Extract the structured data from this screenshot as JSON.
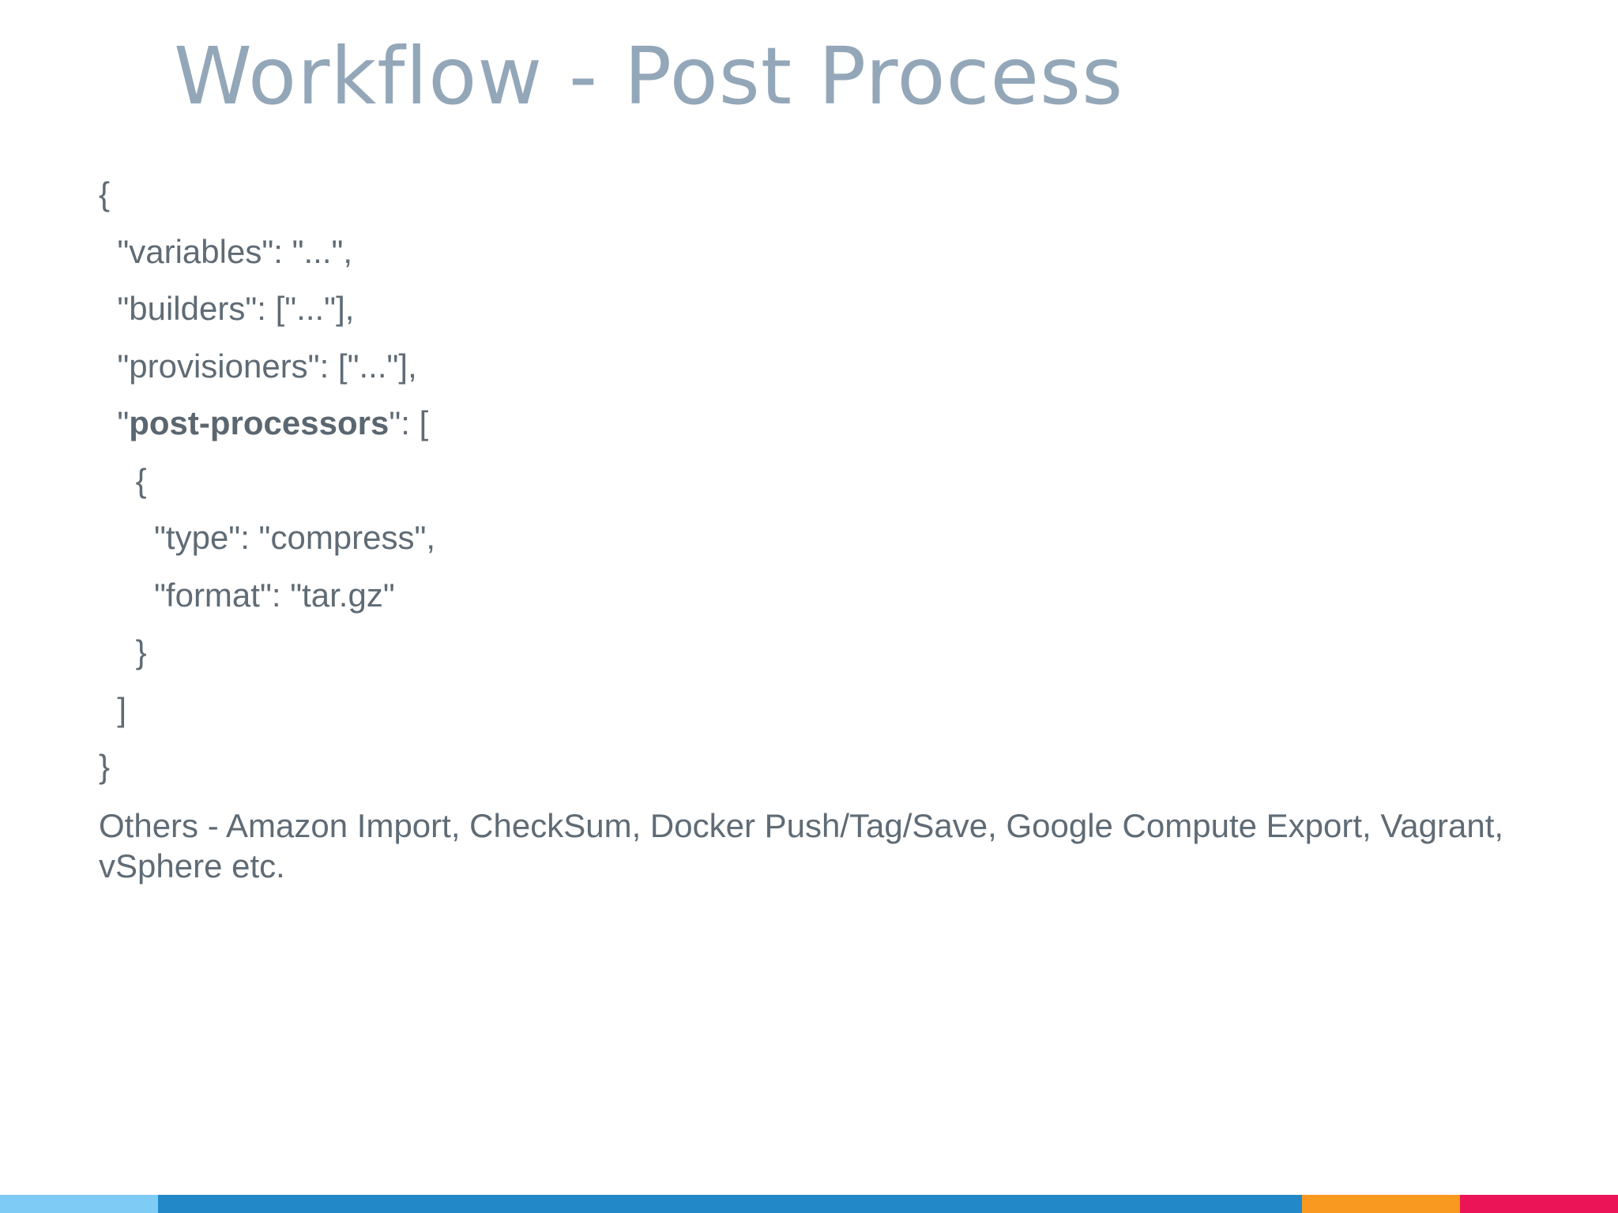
{
  "slide": {
    "title": "Workflow - Post Process",
    "code_lines": [
      {
        "text": "{"
      },
      {
        "text": "  \"variables\": \"...\","
      },
      {
        "text": "  \"builders\": [\"...\"],"
      },
      {
        "text": "  \"provisioners\": [\"...\"],"
      },
      {
        "prefix": "  \"",
        "bold": "post-processors",
        "suffix": "\": ["
      },
      {
        "text": "    {"
      },
      {
        "text": "      \"type\": \"compress\","
      },
      {
        "text": "      \"format\": \"tar.gz\""
      },
      {
        "text": "    }"
      },
      {
        "text": "  ]"
      },
      {
        "text": "}"
      }
    ],
    "note": "Others - Amazon Import, CheckSum, Docker Push/Tag/Save, Google Compute Export, Vagrant, vSphere etc."
  },
  "colors": {
    "title": "#93a7b9",
    "body_text": "#5f6b75",
    "footer": [
      "#7ecbf5",
      "#2288c8",
      "#f9991f",
      "#ea1456"
    ]
  }
}
